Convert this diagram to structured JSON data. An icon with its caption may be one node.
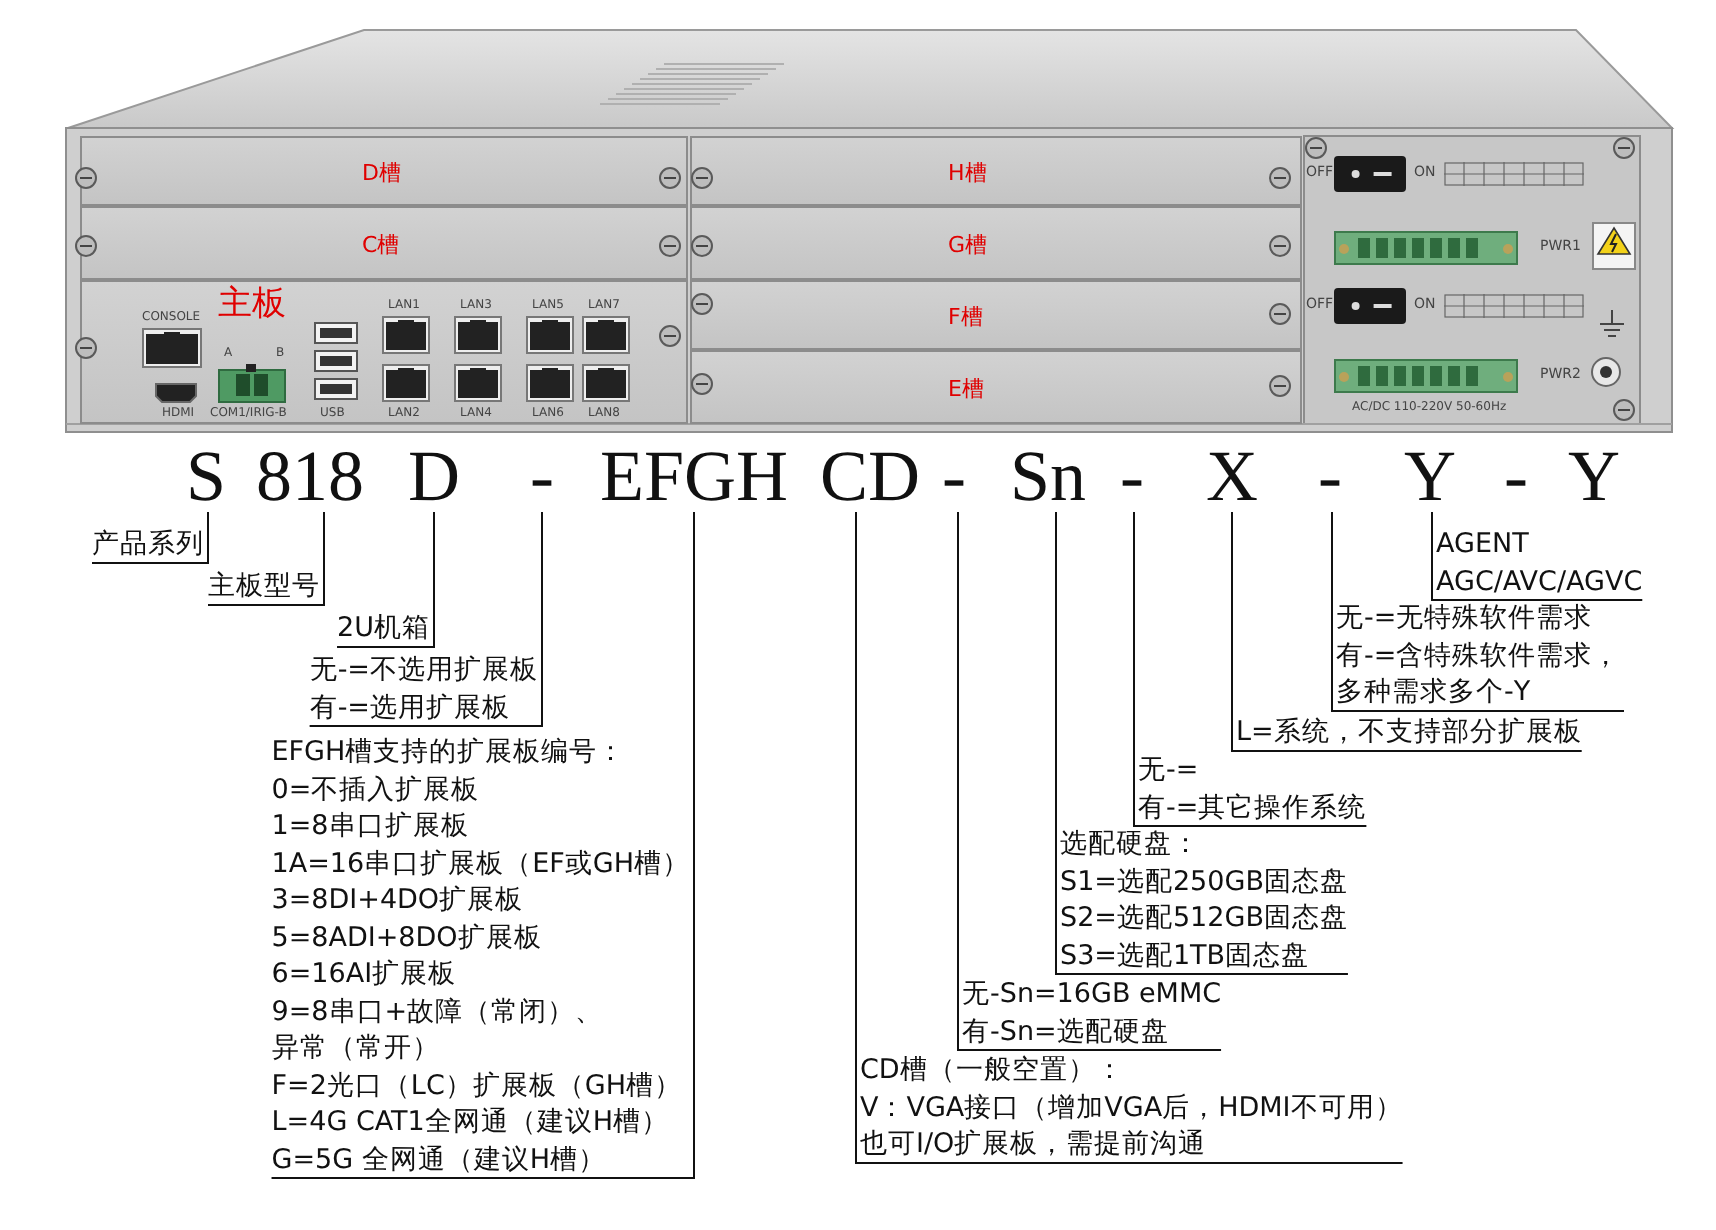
{
  "diagram": {
    "nodes": [
      {
        "text": [
          "D槽"
        ]
      },
      {
        "text": [
          "H槽"
        ]
      },
      {
        "text": [
          "C槽"
        ]
      },
      {
        "text": [
          "G槽"
        ]
      },
      {
        "text": [
          "主板"
        ]
      },
      {
        "text": [
          "F槽"
        ]
      },
      {
        "text": [
          "E槽"
        ]
      },
      {
        "text": [
          "S"
        ]
      },
      {
        "text": [
          "818"
        ]
      },
      {
        "text": [
          "D"
        ]
      },
      {
        "text": [
          "-"
        ]
      },
      {
        "text": [
          "EFGH"
        ]
      },
      {
        "text": [
          "CD"
        ]
      },
      {
        "text": [
          "-"
        ]
      },
      {
        "text": [
          "Sn"
        ]
      },
      {
        "text": [
          "-"
        ]
      },
      {
        "text": [
          "X"
        ]
      },
      {
        "text": [
          "-"
        ]
      },
      {
        "text": [
          "Y"
        ]
      },
      {
        "text": [
          "产品系列"
        ]
      },
      {
        "text": [
          "主板型号"
        ]
      },
      {
        "text": [
          "2U机箱"
        ]
      },
      {
        "text": [
          "无-=不选用扩展板",
          "有-=选用扩展板"
        ]
      },
      {
        "text": [
          "EFGH槽支持的扩展板编号：",
          "0=不插入扩展板",
          "1=8串口扩展板",
          "1A=16串口扩展板（EF或GH槽）",
          "3=8DI+4DO扩展板",
          "5=8ADI+8DO扩展板",
          "6=16AI扩展板",
          "9=8串口+故障（常闭）、异常（常开）",
          "F=2光口（LC）扩展板（GH槽）",
          "L=4G CAT1全网通（建议H槽）",
          "G=5G 全网通（建议H槽）"
        ]
      },
      {
        "text": [
          "CD槽（一般空置）：",
          "V：VGA接口（增加VGA后，HDMI不可用）",
          "也可I/O扩展板，需提前沟通"
        ]
      },
      {
        "text": [
          "无-Sn=16GB eMMC",
          "有-Sn=选配硬盘"
        ]
      },
      {
        "text": [
          "选配硬盘：",
          "S1=选配250GB固态盘",
          "S2=选配512GB固态盘",
          "S3=选配1TB固态盘"
        ]
      },
      {
        "text": [
          "无-=",
          "有-=其它操作系统"
        ]
      },
      {
        "text": [
          "L=系统，不支持部分扩展板"
        ]
      },
      {
        "text": [
          "无-=无特殊软件需求",
          "有-=含特殊软件需求，多种需求多个-Y"
        ]
      },
      {
        "text": [
          "AGENT",
          "AGC/AVC/AGVC"
        ]
      }
    ],
    "edges": [
      {
        "from": 19,
        "to": 7,
        "arrow": "none"
      },
      {
        "from": 20,
        "to": 8,
        "arrow": "none"
      },
      {
        "from": 21,
        "to": 9,
        "arrow": "none"
      },
      {
        "from": 22,
        "to": 10,
        "arrow": "none"
      },
      {
        "from": 23,
        "to": 11,
        "arrow": "none"
      },
      {
        "from": 24,
        "to": 12,
        "arrow": "none"
      },
      {
        "from": 25,
        "to": 13,
        "arrow": "none"
      },
      {
        "from": 26,
        "to": 14,
        "arrow": "none"
      },
      {
        "from": 27,
        "to": 15,
        "arrow": "none"
      },
      {
        "from": 28,
        "to": 16,
        "arrow": "none"
      },
      {
        "from": 29,
        "to": 17,
        "arrow": "none"
      },
      {
        "from": 30,
        "to": 18,
        "arrow": "none"
      }
    ],
    "labels": [
      "OFF",
      "ON",
      "PWR1",
      "LAN1",
      "LAN3",
      "LAN5",
      "LAN7",
      "OFF",
      "ON",
      "CONSOLE",
      "A",
      "B",
      "PWR2",
      "AC/DC 110-220V 50-60Hz",
      "HDMI",
      "COM1/IRIG-B",
      "USB",
      "LAN2",
      "LAN4",
      "LAN6",
      "LAN8",
      "-",
      "Y"
    ]
  }
}
